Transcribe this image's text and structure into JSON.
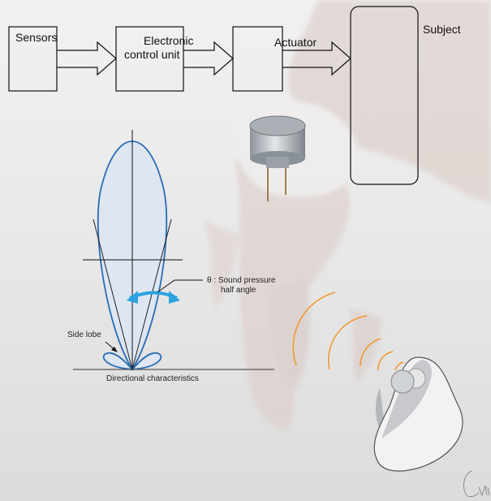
{
  "block_diagram": {
    "sensors": "Sensors",
    "ecu_line1": "Electronic",
    "ecu_line2": "control unit",
    "actuator": "Actuator",
    "subject": "Subject"
  },
  "directivity": {
    "angle_label_line1": "θ : Sound pressure",
    "angle_label_line2": "half angle",
    "side_lobe": "Side lobe",
    "caption": "Directional characteristics"
  },
  "colors": {
    "lobe": "#2a6cb5",
    "lobe_fill": "#dde6f1",
    "angle_arrow": "#2aa3e0",
    "waves": "#f0962a"
  },
  "signature": "Calm"
}
